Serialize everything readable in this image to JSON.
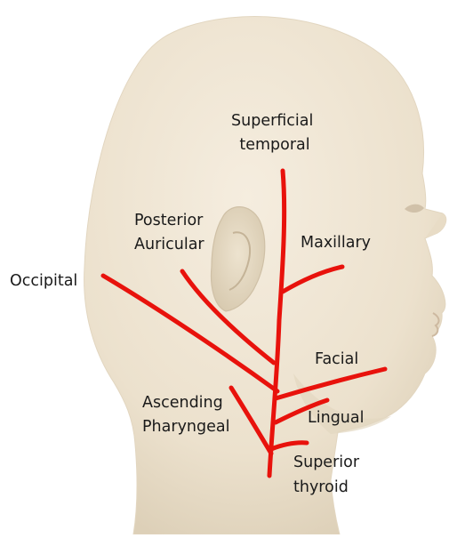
{
  "diagram": {
    "labels": {
      "superficial_temporal": [
        "Superficial",
        "temporal"
      ],
      "posterior_auricular": [
        "Posterior",
        "Auricular"
      ],
      "maxillary": "Maxillary",
      "occipital": "Occipital",
      "facial": "Facial",
      "ascending_pharyngeal": [
        "Ascending",
        "Pharyngeal"
      ],
      "lingual": "Lingual",
      "superior_thyroid": [
        "Superior",
        "thyroid"
      ]
    },
    "colors": {
      "artery": "#e8120c",
      "skin": "#efe5d3",
      "skin_shadow": "#d9cdb8",
      "background": "#ffffff"
    }
  }
}
